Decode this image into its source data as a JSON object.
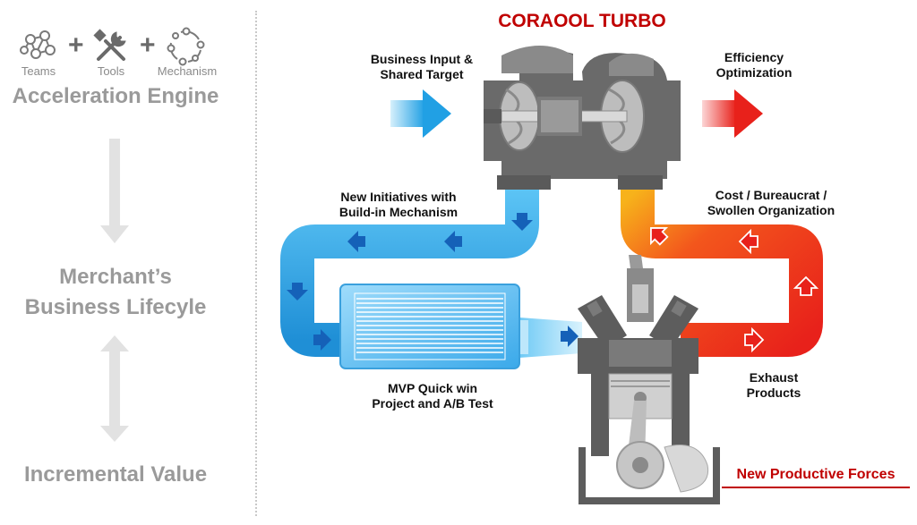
{
  "left_panel": {
    "icons": [
      {
        "label": "Teams",
        "icon": "teams-network-icon"
      },
      {
        "label": "Tools",
        "icon": "tools-wrench-screwdriver-icon"
      },
      {
        "label": "Mechanism",
        "icon": "mechanism-cycle-icon"
      }
    ],
    "plus_symbol": "+",
    "headings": {
      "engine": "Acceleration Engine",
      "lifecycle_line1": "Merchant’s",
      "lifecycle_line2": "Business Lifecyle",
      "value": "Incremental Value"
    }
  },
  "diagram": {
    "title": "CORAOOL TURBO",
    "input_line1": "Business Input &",
    "input_line2": "Shared Target",
    "output_line1": "Efficiency",
    "output_line2": "Optimization",
    "initiatives_line1": "New Initiatives with",
    "initiatives_line2": "Build-in Mechanism",
    "cost_line1": "Cost / Bureaucrat /",
    "cost_line2": "Swollen Organization",
    "mvp_line1": "MVP Quick win",
    "mvp_line2": "Project and A/B Test",
    "exhaust_line1": "Exhaust",
    "exhaust_line2": "Products",
    "footer": "New Productive Forces"
  },
  "colors": {
    "title_red": "#c00000",
    "cold_blue": "#29a3e6",
    "hot_red": "#e8211b",
    "hot_orange": "#f7a21b",
    "heading_gray": "#9a9a9a",
    "engine_gray": "#5d5d5d"
  }
}
